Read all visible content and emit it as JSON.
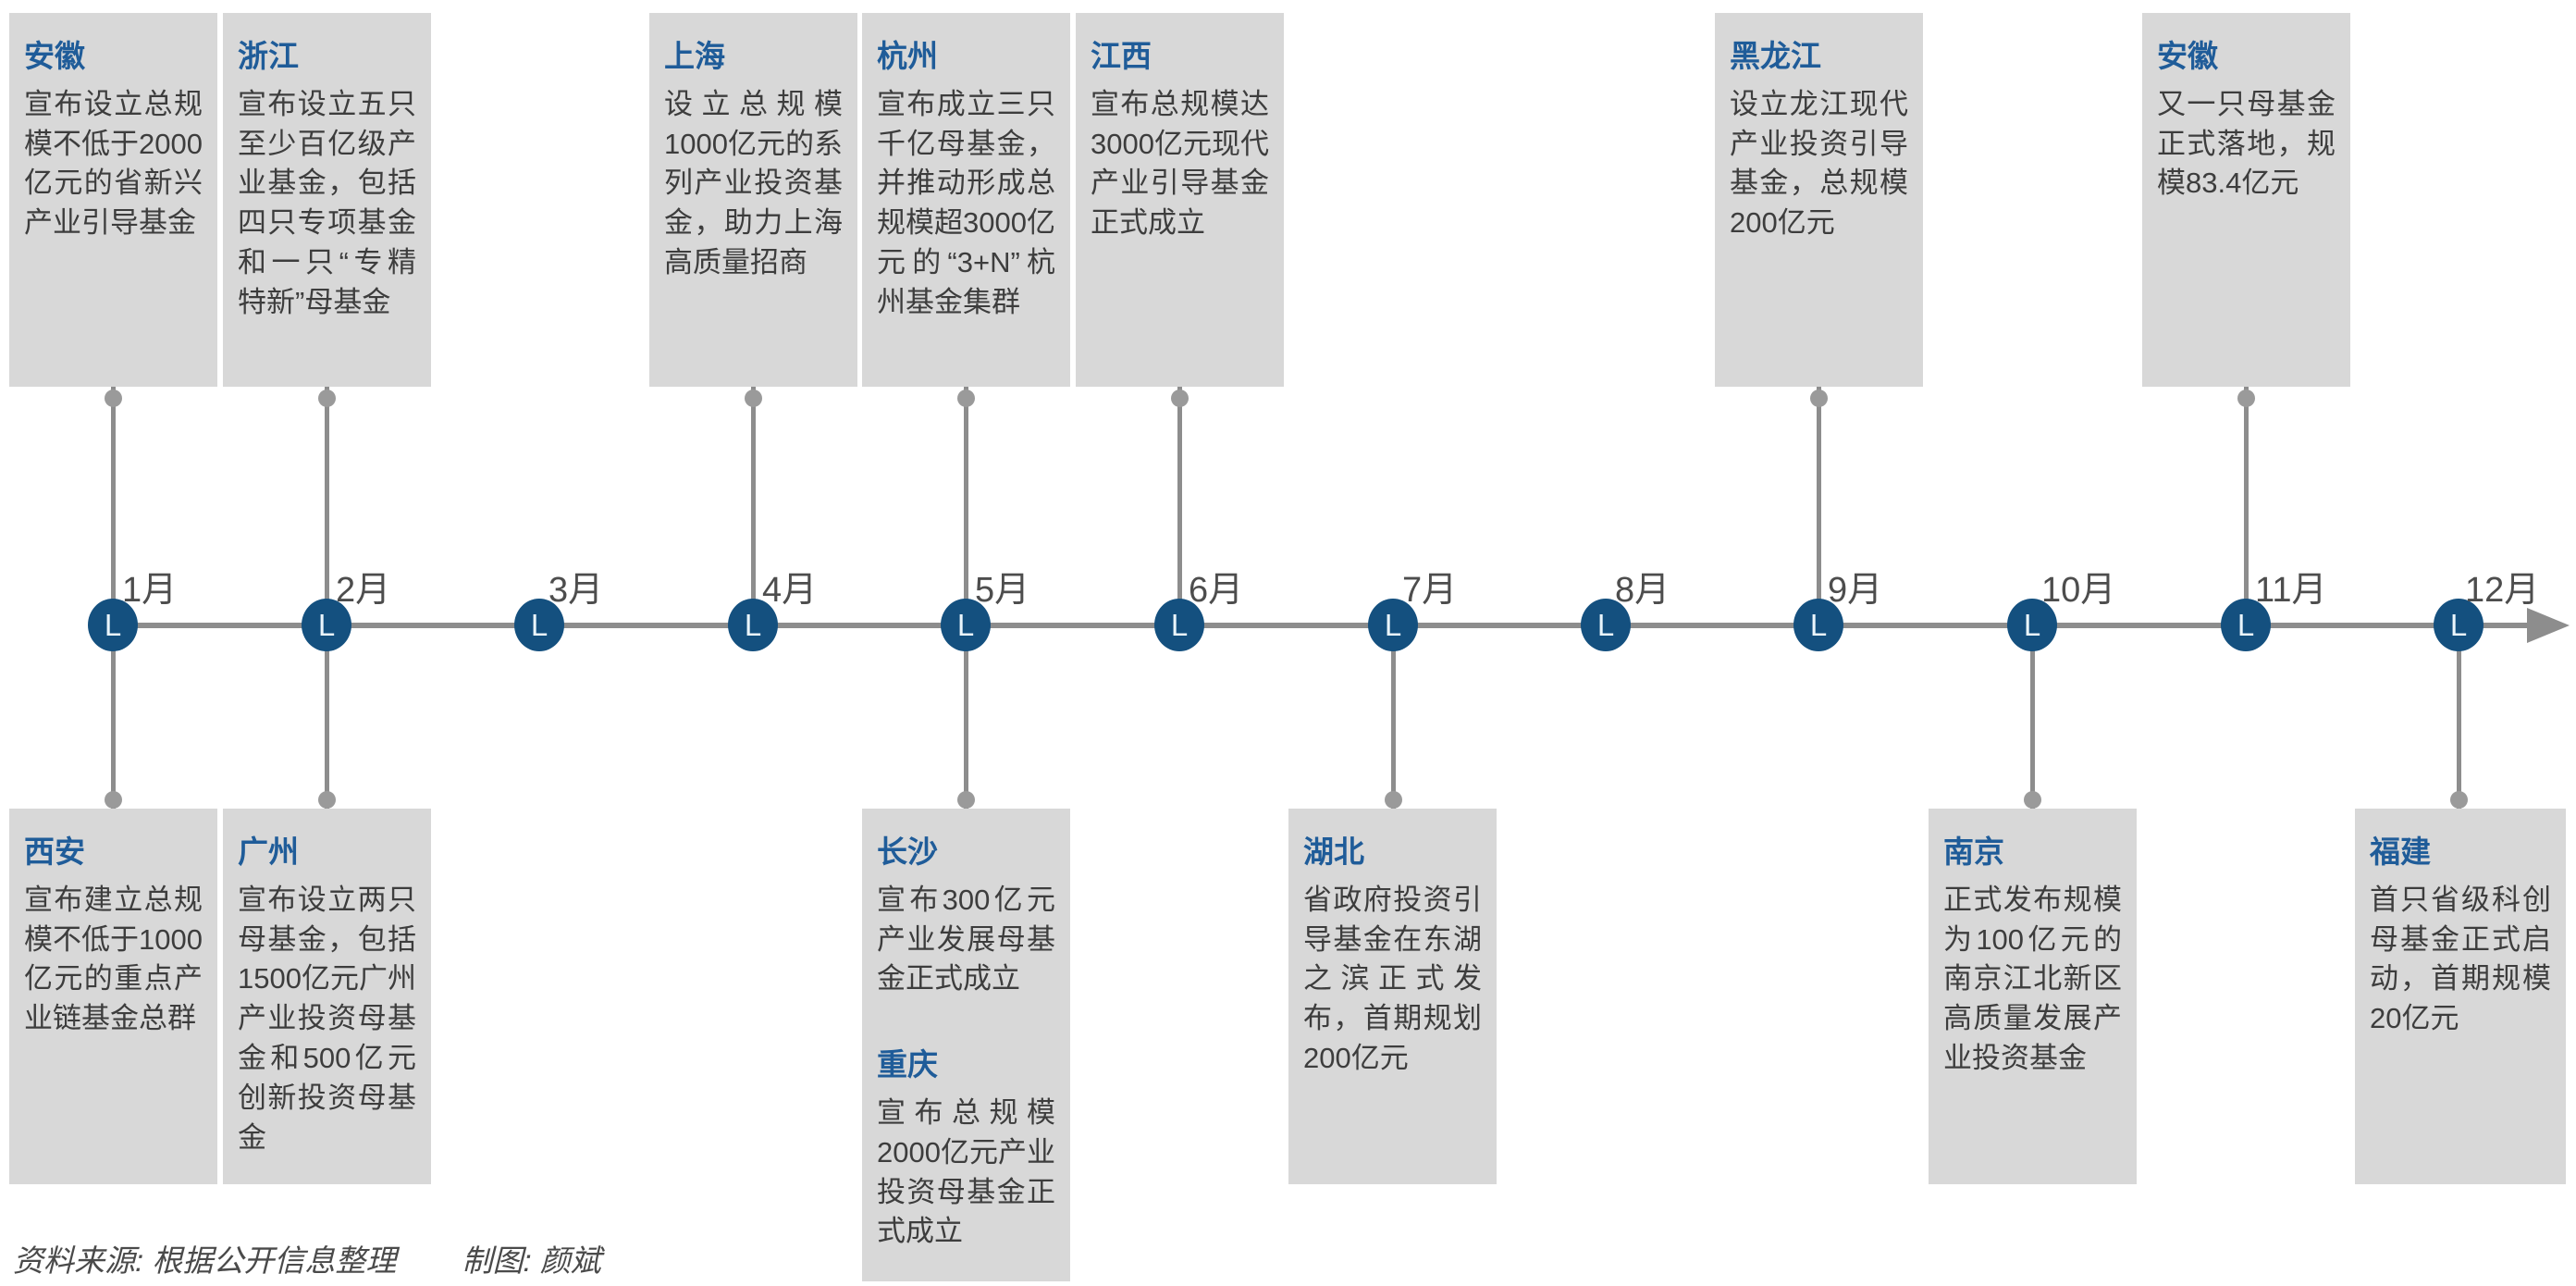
{
  "timeline": {
    "months": [
      "1月",
      "2月",
      "3月",
      "4月",
      "5月",
      "6月",
      "7月",
      "8月",
      "9月",
      "10月",
      "11月",
      "12月"
    ],
    "node_glyph": "L",
    "colors": {
      "node_blue": "#14507f",
      "title_blue": "#1f5c99",
      "card_gray": "#d8d8d8",
      "axis_gray": "#8d8d8d",
      "text_dark": "#3d3d3d"
    }
  },
  "events_top": [
    {
      "month": "1月",
      "city": "安徽",
      "text": "宣布设立总规模不低于2000亿元的省新兴产业引导基金"
    },
    {
      "month": "2月",
      "city": "浙江",
      "text": "宣布设立五只至少百亿级产业基金，包括四只专项基金和一只“专精特新”母基金"
    },
    {
      "month": "4月",
      "city": "上海",
      "text": "设立总规模1000亿元的系列产业投资基金，助力上海高质量招商"
    },
    {
      "month": "5月",
      "city": "杭州",
      "text": "宣布成立三只千亿母基金，并推动形成总规模超3000亿元的“3+N”杭州基金集群"
    },
    {
      "month": "6月",
      "city": "江西",
      "text": "宣布总规模达3000亿元现代产业引导基金正式成立"
    },
    {
      "month": "9月",
      "city": "黑龙江",
      "text": "设立龙江现代产业投资引导基金，总规模200亿元"
    },
    {
      "month": "11月",
      "city": "安徽",
      "text": "又一只母基金正式落地，规模83.4亿元"
    }
  ],
  "events_bottom": [
    {
      "month": "1月",
      "city": "西安",
      "text": "宣布建立总规模不低于1000亿元的重点产业链基金总群"
    },
    {
      "month": "2月",
      "city": "广州",
      "text": "宣布设立两只母基金，包括1500亿元广州产业投资母基金和500亿元创新投资母基金"
    },
    {
      "month": "5月",
      "city": "长沙",
      "text": "宣布300亿元产业发展母基金正式成立",
      "city2": "重庆",
      "text2": "宣布总规模2000亿元产业投资母基金正式成立"
    },
    {
      "month": "7月",
      "city": "湖北",
      "text": "省政府投资引导基金在东湖之滨正式发布，首期规划200亿元"
    },
    {
      "month": "10月",
      "city": "南京",
      "text": "正式发布规模为100亿元的南京江北新区高质量发展产业投资基金"
    },
    {
      "month": "12月",
      "city": "福建",
      "text": "首只省级科创母基金正式启动，首期规模20亿元"
    }
  ],
  "footer": {
    "source": "资料来源: 根据公开信息整理",
    "credit": "制图: 颜斌"
  }
}
